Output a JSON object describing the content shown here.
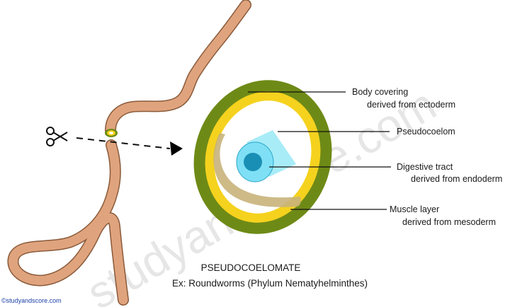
{
  "watermark": {
    "credit": "©studyandscore.com",
    "ghost_text": "studyandscore.com"
  },
  "labels": {
    "body_covering": [
      "Body covering",
      "derived from ectoderm"
    ],
    "pseudocoelom": [
      "Pseudocoelom"
    ],
    "digestive_tract": [
      "Digestive tract",
      "derived from endoderm"
    ],
    "muscle_layer": [
      "Muscle layer",
      "derived from mesoderm"
    ]
  },
  "caption": {
    "title": "PSEUDOCOELOMATE",
    "example": "Ex: Roundworms (Phylum Nematyhelminthes)"
  },
  "colors": {
    "worm_body": "#dfa47e",
    "worm_outline": "#8a5a3a",
    "body_covering": "#6e8a16",
    "muscle_layer": "#f5d21e",
    "pseudocoelom": "#ffffff",
    "mesoderm_lining": "#c8b27a",
    "endoderm": "#7fe0f5",
    "gut_lumen": "#1a8fb5",
    "gut_side": "#a8ecf7"
  },
  "icons": [
    "scissors-icon",
    "arrowhead-icon"
  ]
}
